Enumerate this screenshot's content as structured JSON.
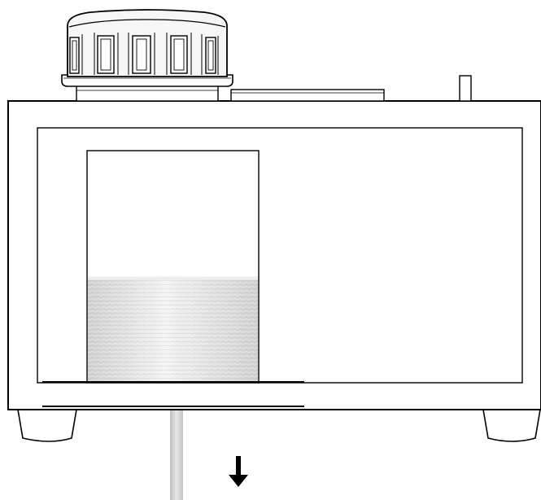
{
  "diagram": {
    "labels": [],
    "colors": {
      "outline": "#000000",
      "cap_fill": "#f4f4f4",
      "body_fill": "#ffffff",
      "liquid_light": "#f2f2f2",
      "liquid_dark": "#cfcfcf",
      "tube": "#d8d8d8",
      "arrow": "#000000"
    },
    "components": [
      "ribbed-cap-icon",
      "lid-plate",
      "vent-pin",
      "housing",
      "inner-window",
      "container",
      "liquid",
      "drain-tube",
      "left-foot",
      "right-foot",
      "flow-down-arrow"
    ],
    "liquid_fill_fraction": 0.45
  }
}
